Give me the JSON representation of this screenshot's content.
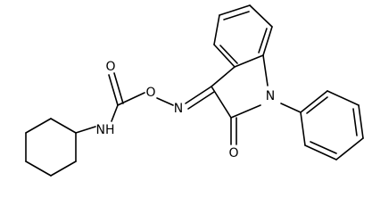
{
  "molecule": {
    "atoms": {
      "O_oxime": "O",
      "O_carbonyl_carbamate": "O",
      "N_amide": "NH",
      "N_oxime": "N",
      "N_indole": "N",
      "O_lactam": "O"
    },
    "colors": {
      "bond": "#000000",
      "label": "#000000",
      "background": "#ffffff"
    }
  }
}
